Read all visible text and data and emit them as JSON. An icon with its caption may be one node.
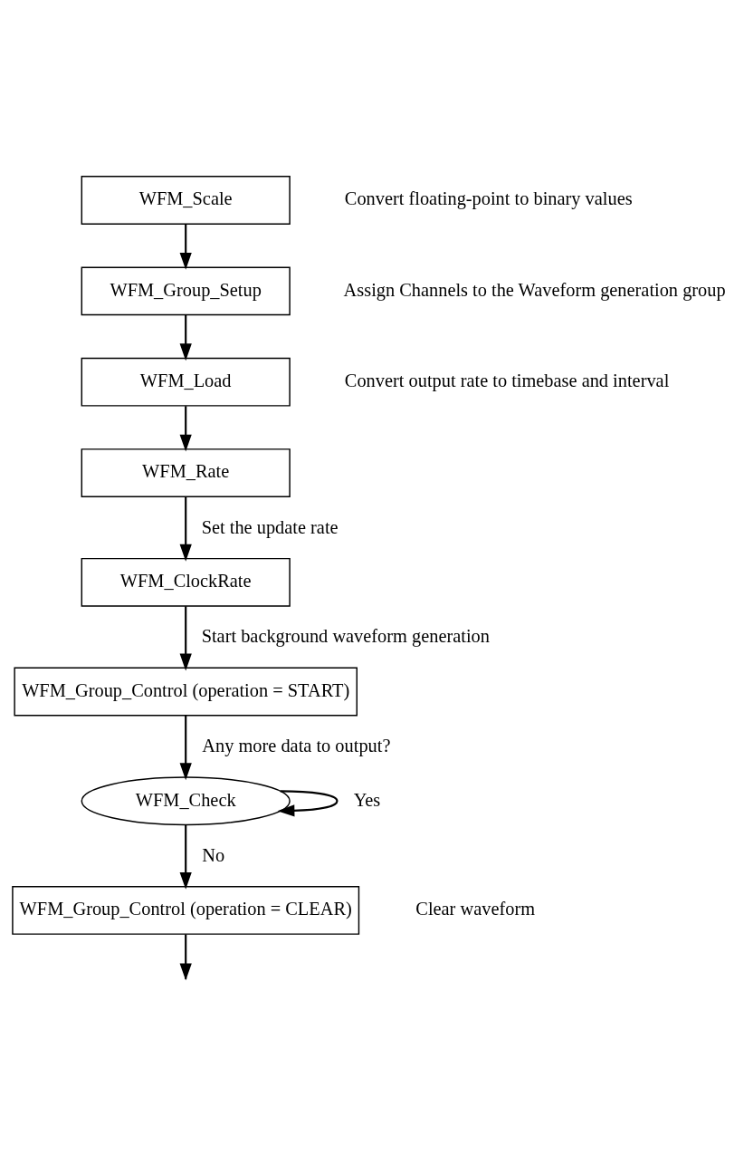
{
  "diagram": {
    "nodes": [
      {
        "text": [
          "WFM_Scale"
        ],
        "beside": [
          "Convert floating-point to binary values"
        ]
      },
      {
        "text": [
          "WFM_Group_Setup"
        ],
        "beside": [
          "Assign Channels to the Waveform generation group"
        ]
      },
      {
        "text": [
          "WFM_Load"
        ],
        "beside": [
          "Convert output rate to timebase and interval"
        ]
      },
      {
        "text": [
          "WFM_Rate"
        ]
      },
      {
        "text": [
          "WFM_ClockRate"
        ]
      },
      {
        "text": [
          "WFM_Group_Control (operation = START)"
        ]
      },
      {
        "text": [
          "WFM_Check"
        ]
      },
      {
        "text": [
          "WFM_Group_Control (operation = CLEAR)"
        ],
        "beside": [
          "Clear waveform"
        ]
      }
    ],
    "edges": [
      {
        "from": 0,
        "to": 1,
        "arrow": "to"
      },
      {
        "from": 1,
        "to": 2,
        "arrow": "to"
      },
      {
        "from": 2,
        "to": 3,
        "arrow": "to"
      },
      {
        "from": 3,
        "to": 4,
        "arrow": "to",
        "label": "Set the update rate"
      },
      {
        "from": 4,
        "to": 5,
        "arrow": "to",
        "label": "Start background waveform generation"
      },
      {
        "from": 5,
        "to": 6,
        "arrow": "to",
        "label": "Any more data to output?"
      },
      {
        "from": 6,
        "to": 6,
        "arrow": "to",
        "label": "Yes"
      },
      {
        "from": 6,
        "to": 7,
        "arrow": "to",
        "label": "No"
      },
      {
        "from": 7,
        "to": null,
        "arrow": "to"
      }
    ]
  }
}
